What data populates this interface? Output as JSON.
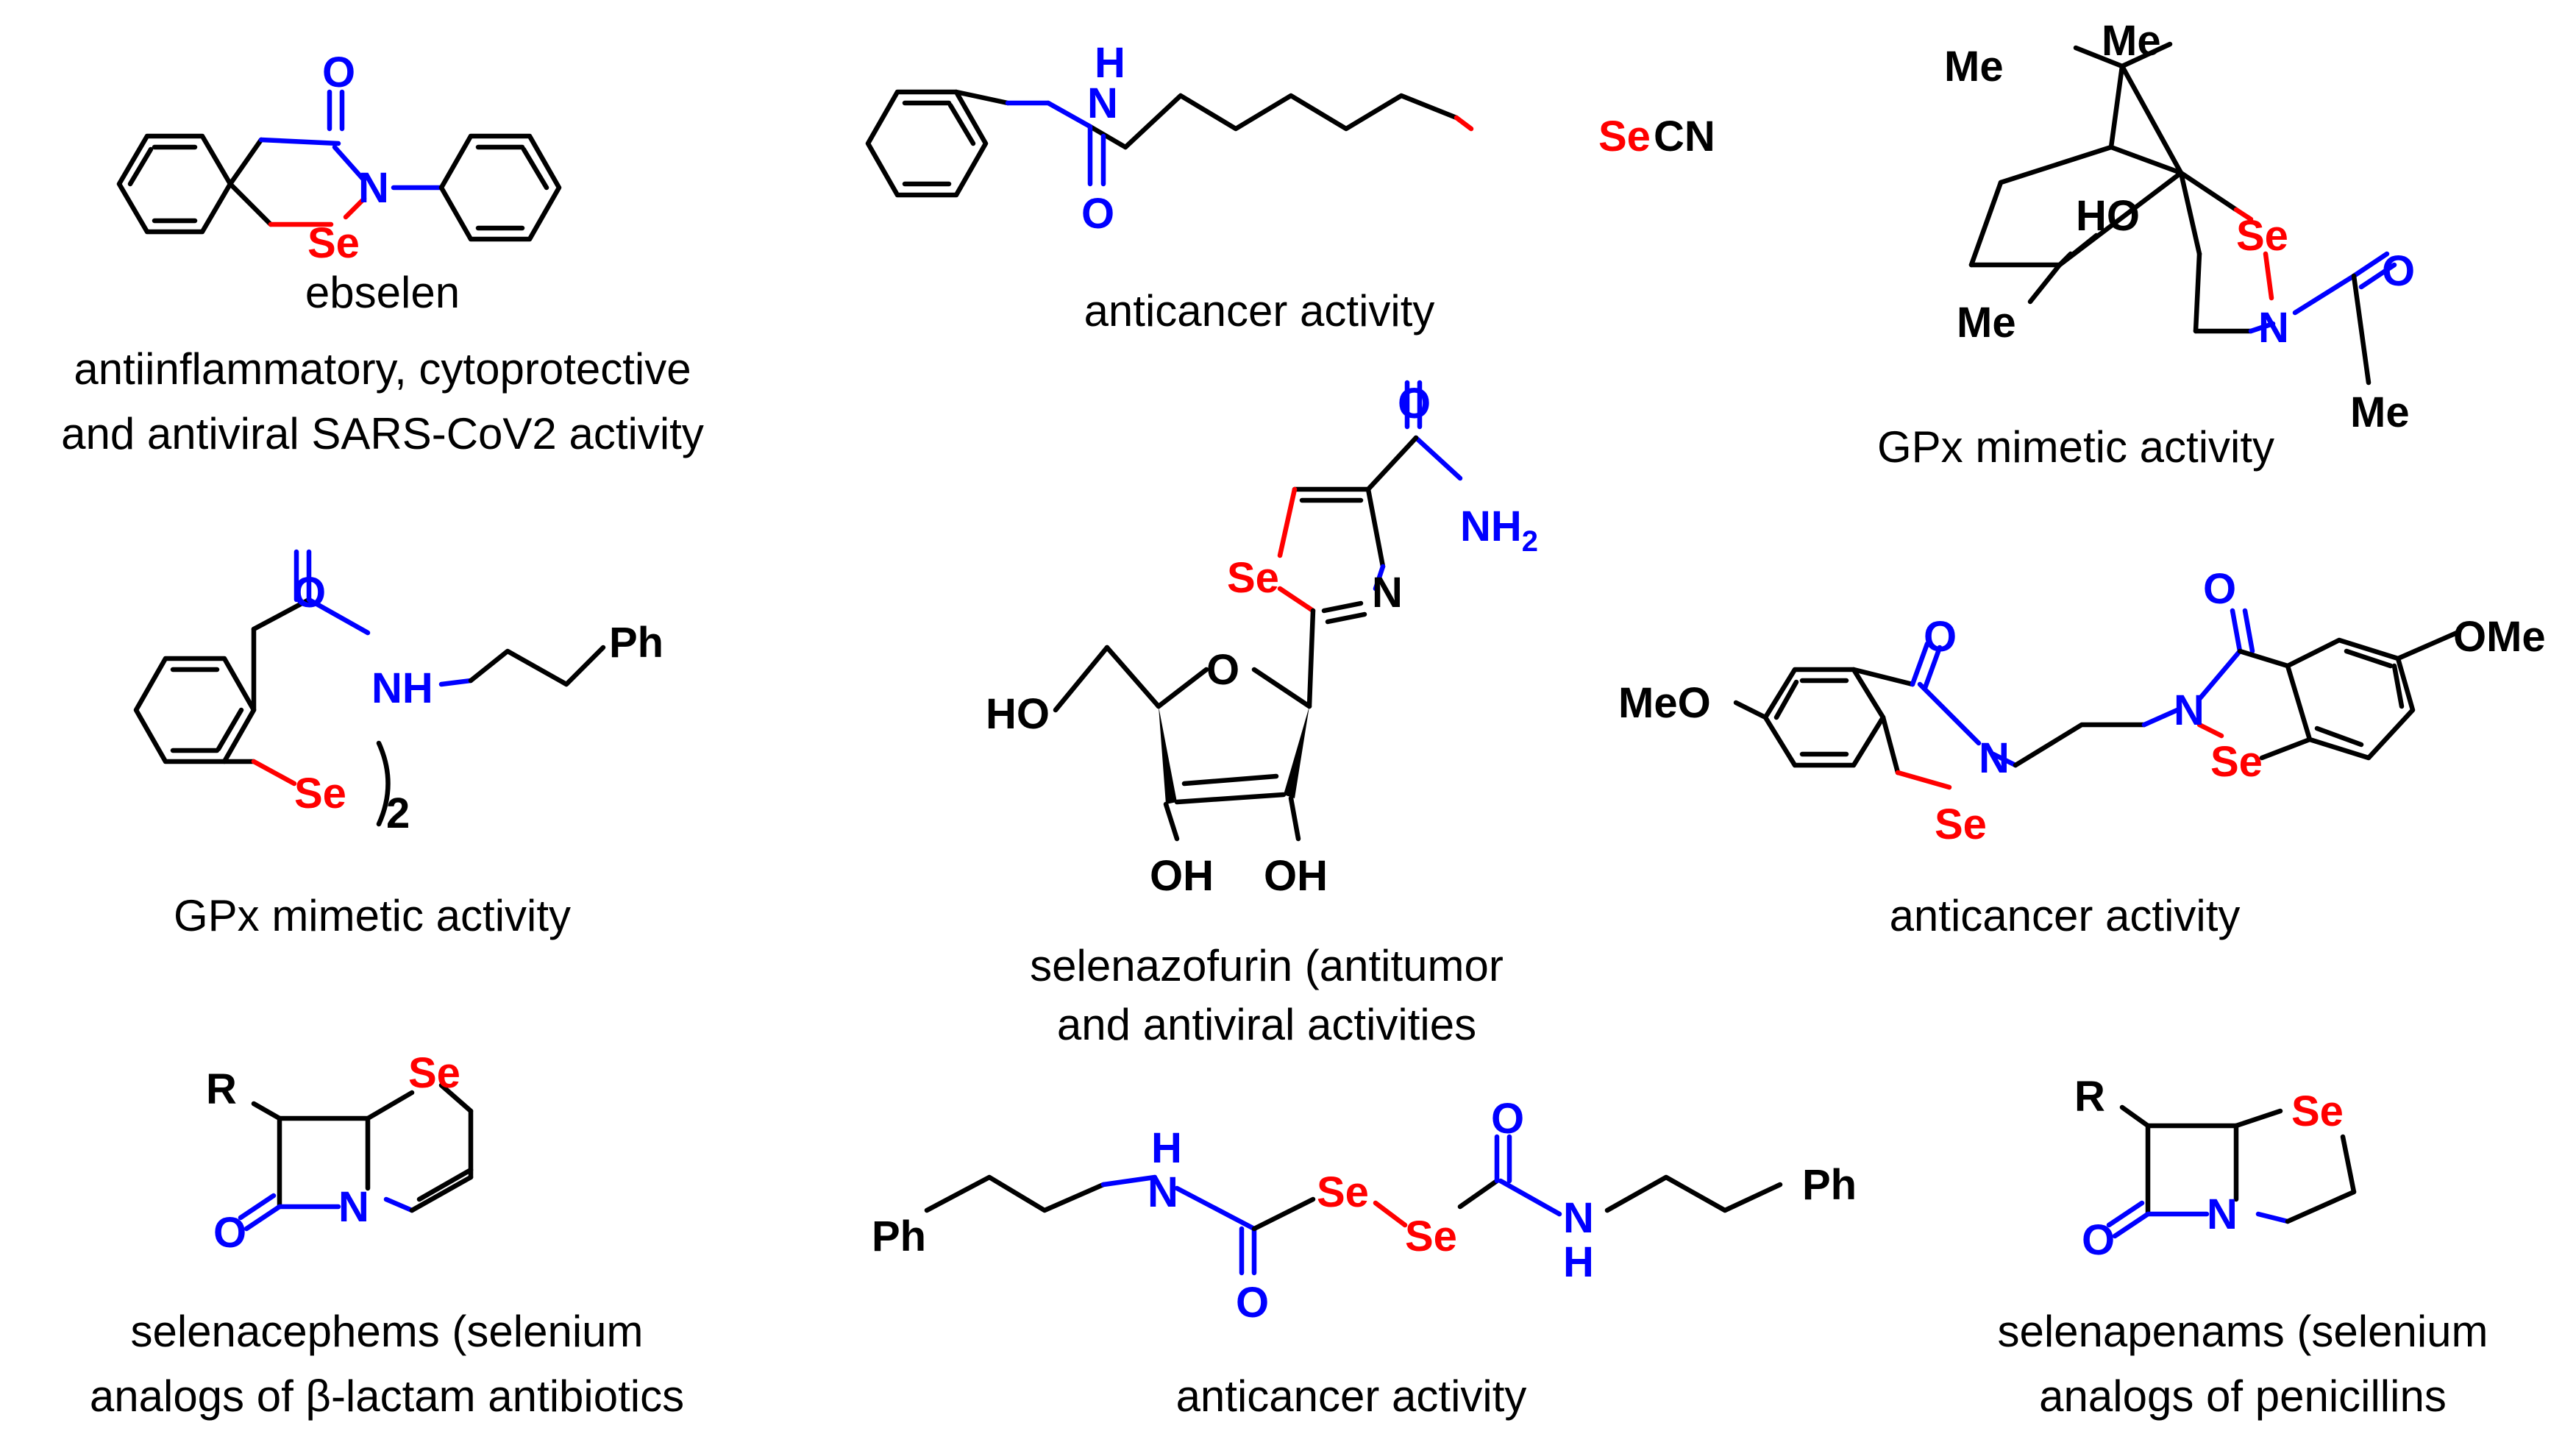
{
  "colors": {
    "heteroatom_n_o": "#0000ff",
    "selenium": "#ff0000",
    "carbon_skeleton": "#000000"
  },
  "atoms": {
    "Se": "Se",
    "N": "N",
    "O": "O",
    "NH": "NH",
    "H": "H",
    "NH2_main": "NH",
    "NH2_sub": "2",
    "CN": "CN",
    "Me": "Me",
    "MeO": "MeO",
    "OMe": "OMe",
    "HO": "HO",
    "OH": "OH",
    "Ph": "Ph",
    "R": "R",
    "sub2": "2"
  },
  "compounds": [
    {
      "caption_lines": [
        "ebselen",
        "antiinflammatory, cytoprotective",
        "and antiviral SARS-CoV2 activity"
      ]
    },
    {
      "caption_lines": [
        "anticancer activity"
      ]
    },
    {
      "caption_lines": [
        "GPx mimetic activity"
      ]
    },
    {
      "caption_lines": [
        "GPx mimetic activity"
      ]
    },
    {
      "caption_lines": [
        "selenazofurin (antitumor",
        "and antiviral activities"
      ]
    },
    {
      "caption_lines": [
        "anticancer activity"
      ]
    },
    {
      "caption_lines": [
        "selenacephems (selenium",
        "analogs of β-lactam antibiotics"
      ]
    },
    {
      "caption_lines": [
        "anticancer activity"
      ]
    },
    {
      "caption_lines": [
        "selenapenams (selenium",
        "analogs of penicillins"
      ]
    }
  ]
}
